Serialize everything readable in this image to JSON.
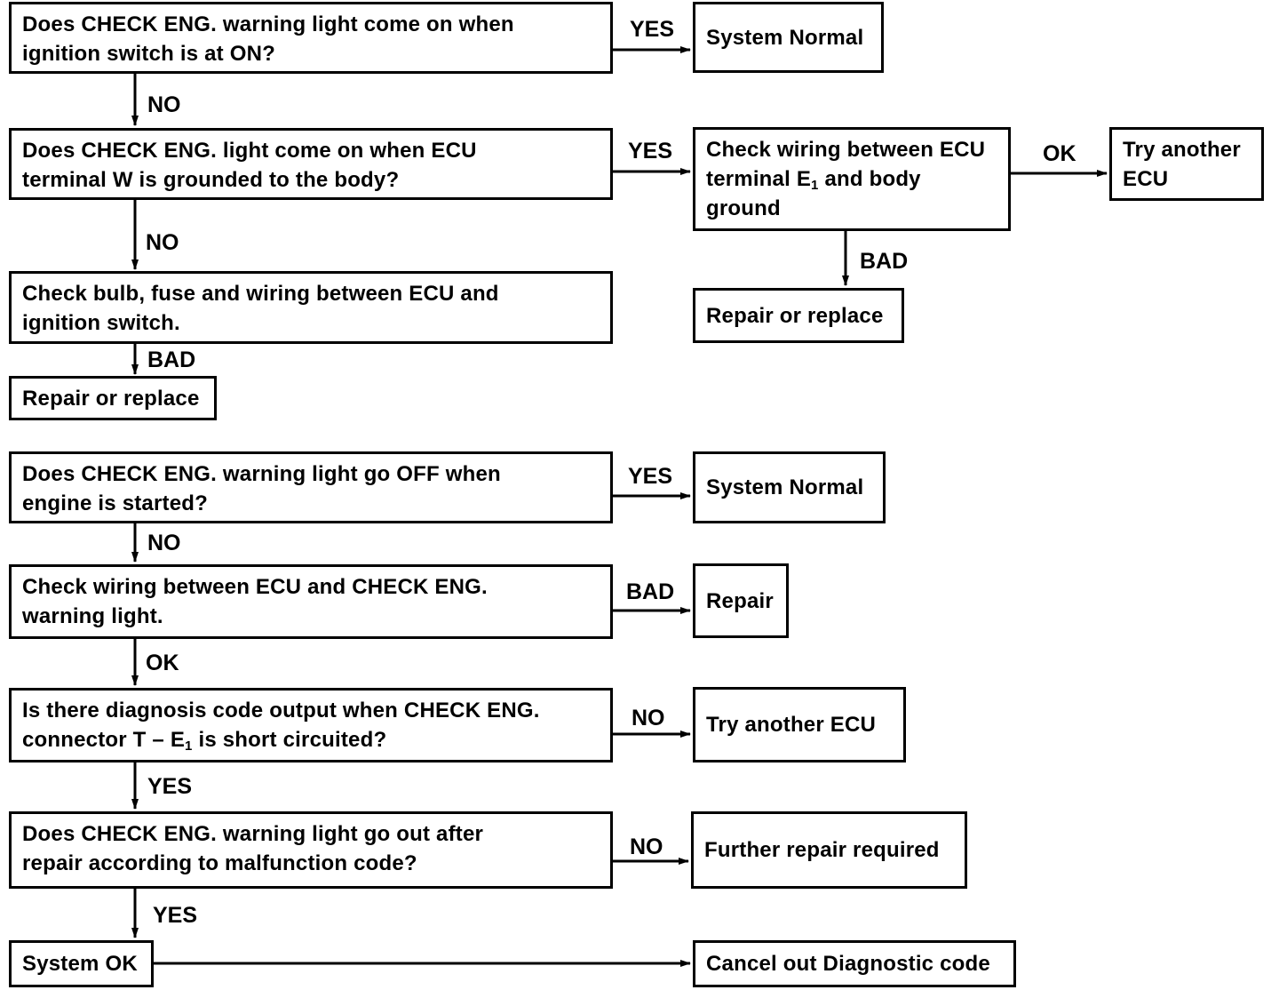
{
  "flowchart": {
    "q1": {
      "line1": "Does CHECK ENG. warning light come on when",
      "line2": "ignition switch is at ON?"
    },
    "q1_yes_label": "YES",
    "q1_yes_result": "System Normal",
    "q1_no_label": "NO",
    "q2": {
      "line1": "Does CHECK ENG. light come on when ECU",
      "line2": "terminal W is grounded to the body?"
    },
    "q2_yes_label": "YES",
    "check_e1": {
      "line1": "Check wiring between ECU",
      "line2_pre": "terminal E",
      "line2_sub": "1",
      "line2_post": " and body",
      "line3": "ground"
    },
    "check_e1_ok_label": "OK",
    "try_another_ecu_1": {
      "line1": "Try another",
      "line2": "ECU"
    },
    "check_e1_bad_label": "BAD",
    "repair_replace_right": "Repair or replace",
    "q2_no_label": "NO",
    "check_bulb": {
      "line1": "Check bulb, fuse and wiring between ECU and",
      "line2": "ignition switch."
    },
    "check_bulb_bad_label": "BAD",
    "repair_replace_left": "Repair or replace",
    "q3": {
      "line1": "Does CHECK ENG. warning light go OFF when",
      "line2": "engine is started?"
    },
    "q3_yes_label": "YES",
    "q3_yes_result": "System Normal",
    "q3_no_label": "NO",
    "check_wiring_light": {
      "line1": "Check wiring between ECU and CHECK ENG.",
      "line2": "warning light."
    },
    "check_wiring_light_bad_label": "BAD",
    "repair": "Repair",
    "check_wiring_light_ok_label": "OK",
    "q4": {
      "line1": "Is there diagnosis code output when CHECK ENG.",
      "line2_pre": "connector T",
      "line2_mid": " – E",
      "line2_sub": "1",
      "line2_post": "  is short circuited?"
    },
    "q4_no_label": "NO",
    "try_another_ecu_2": "Try another ECU",
    "q4_yes_label": "YES",
    "q5": {
      "line1": "Does CHECK ENG. warning light go out after",
      "line2": "repair according to malfunction code?"
    },
    "q5_no_label": "NO",
    "further_repair": "Further repair required",
    "q5_yes_label": "YES",
    "system_ok": "System OK",
    "cancel_code": "Cancel out Diagnostic code"
  }
}
